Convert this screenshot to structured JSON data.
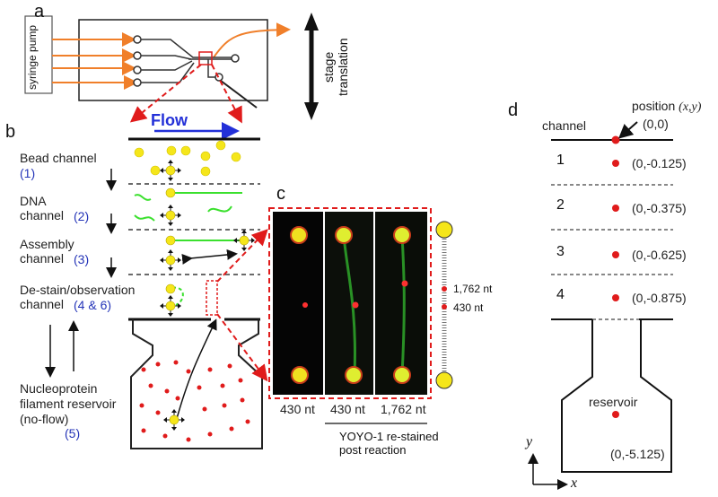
{
  "panels": {
    "a": "a",
    "b": "b",
    "c": "c",
    "d": "d"
  },
  "panel_a": {
    "pump_label": "syringe pump",
    "stage_label": "stage translation"
  },
  "panel_b": {
    "flow_label": "Flow",
    "channels": [
      {
        "name": "Bead channel",
        "num": "(1)"
      },
      {
        "name": "DNA channel",
        "num": "(2)"
      },
      {
        "name": "Assembly channel",
        "num": "(3)"
      },
      {
        "name": "De-stain/observation channel",
        "num": "(4 & 6)"
      }
    ],
    "reservoir_name": "Nucleoprotein filament reservoir (no-flow)",
    "reservoir_num": "(5)"
  },
  "panel_c": {
    "lanes": [
      "430 nt",
      "430 nt",
      "1,762 nt"
    ],
    "marker_labels": [
      "1,762 nt",
      "430 nt"
    ],
    "caption": "YOYO-1 re-stained post reaction"
  },
  "panel_d": {
    "position_label": "position",
    "position_xy": "(x,y)",
    "origin": "(0,0)",
    "channel_label": "channel",
    "rows": [
      {
        "num": "1",
        "coord": "(0,-0.125)"
      },
      {
        "num": "2",
        "coord": "(0,-0.375)"
      },
      {
        "num": "3",
        "coord": "(0,-0.625)"
      },
      {
        "num": "4",
        "coord": "(0,-0.875)"
      }
    ],
    "reservoir_label": "reservoir",
    "reservoir_coord": "(0,-5.125)",
    "axis_x": "x",
    "axis_y": "y"
  },
  "colors": {
    "orange": "#f07f2a",
    "red": "#e01b1b",
    "bead": "#f5e61a",
    "dna": "#3be02e",
    "flow": "#2330d8",
    "label_blue": "#2434b8"
  }
}
